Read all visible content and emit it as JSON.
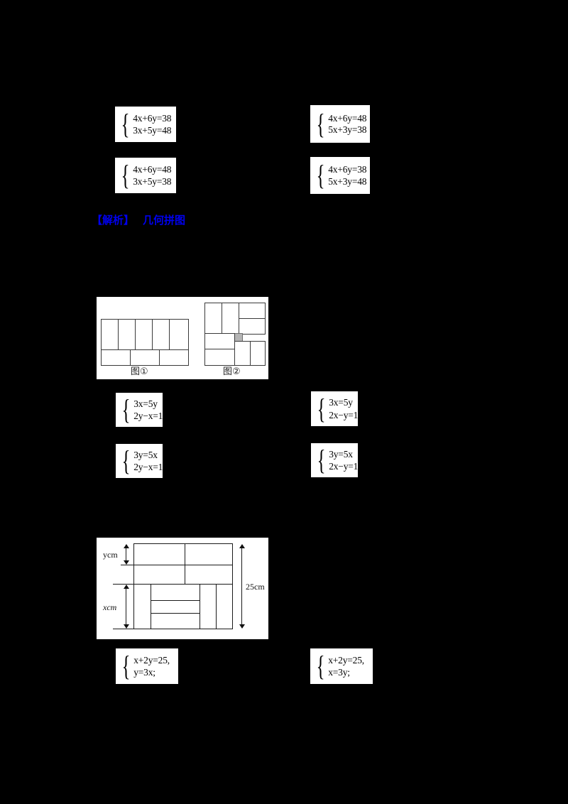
{
  "page": {
    "background": "#000000",
    "paper_color": "#ffffff",
    "ink_color": "#000000",
    "heading_color": "#0000EE"
  },
  "question1": {
    "options": [
      {
        "id": "A",
        "line1": "4x+6y=38",
        "line2": "3x+5y=48"
      },
      {
        "id": "B",
        "line1": "4x+6y=48",
        "line2": "5x+3y=38"
      },
      {
        "id": "C",
        "line1": "4x+6y=48",
        "line2": "3x+5y=38"
      },
      {
        "id": "D",
        "line1": "4x+6y=38",
        "line2": "5x+3y=48"
      }
    ]
  },
  "heading": {
    "segment1": "【解析】",
    "segment2": "几何拼图"
  },
  "figure1": {
    "label_left": "图①",
    "label_right": "图②",
    "left_diagram": {
      "top_row_cells": 5,
      "bottom_row_cells": 3
    },
    "right_diagram": {
      "description": "rectangle packing with small gray square",
      "gray_square_color": "#b5b5b5"
    }
  },
  "question2": {
    "options": [
      {
        "id": "A",
        "line1": "3x=5y",
        "line2": "2y−x=1"
      },
      {
        "id": "B",
        "line1": "3x=5y",
        "line2": "2x−y=1"
      },
      {
        "id": "C",
        "line1": "3y=5x",
        "line2": "2y−x=1"
      },
      {
        "id": "D",
        "line1": "3y=5x",
        "line2": "2x−y=1"
      }
    ]
  },
  "figure2": {
    "label_y": "ycm",
    "label_x": "xcm",
    "label_total": "25cm"
  },
  "question3": {
    "options": [
      {
        "id": "A",
        "line1": "x+2y=25,",
        "line2": "y=3x;"
      },
      {
        "id": "B",
        "line1": "x+2y=25,",
        "line2": "x=3y;"
      }
    ]
  }
}
